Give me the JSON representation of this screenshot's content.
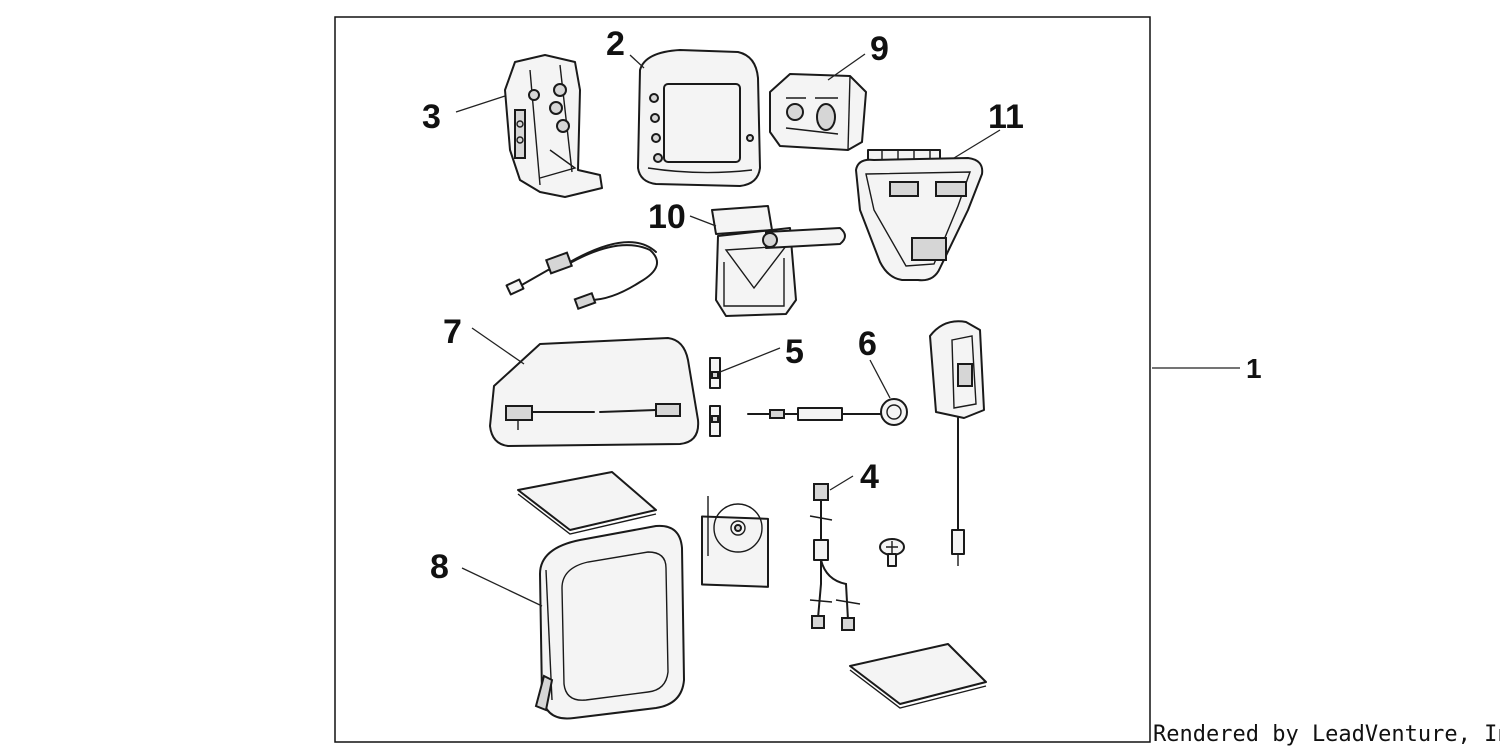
{
  "callouts": {
    "c1": "1",
    "c2": "2",
    "c3": "3",
    "c4": "4",
    "c5": "5",
    "c6": "6",
    "c7": "7",
    "c8": "8",
    "c9": "9",
    "c10": "10",
    "c11": "11"
  },
  "credit": "Rendered by LeadVenture, Inc."
}
